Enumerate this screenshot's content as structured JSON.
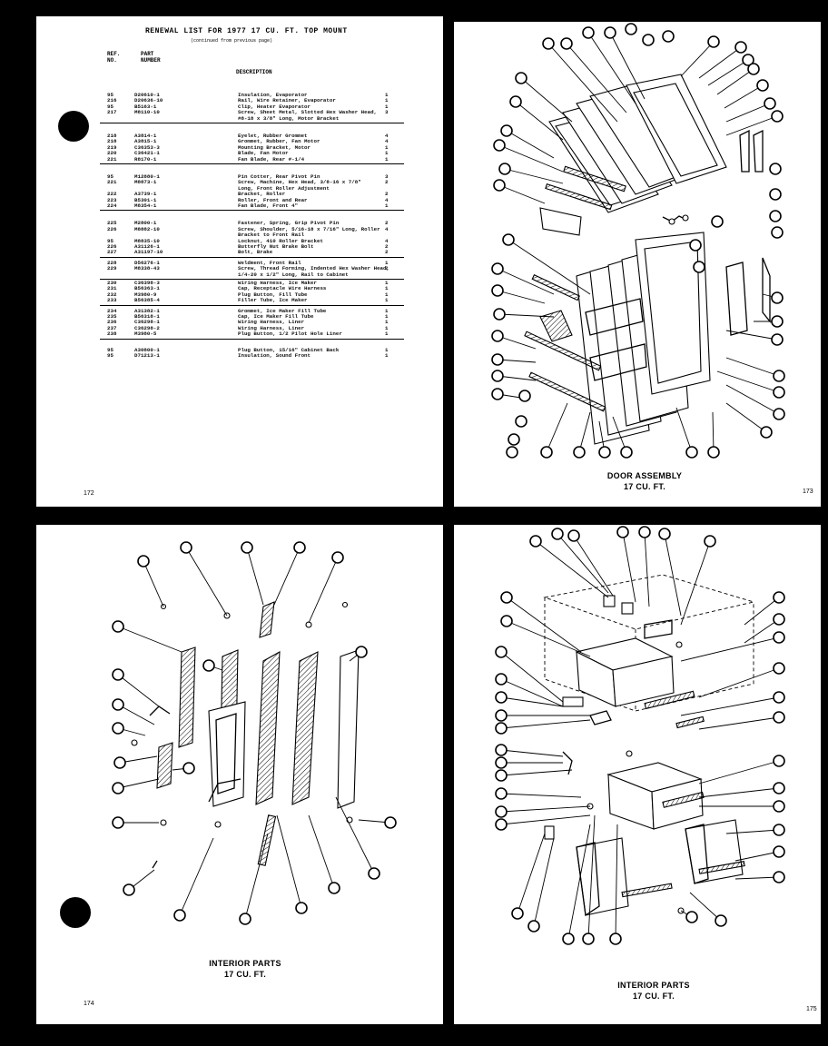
{
  "page_top_left": {
    "title": "RENEWAL LIST FOR 1977 17 CU. FT. TOP MOUNT",
    "subtitle": "(continued from previous page)",
    "col_ref": "REF.\nNO.",
    "col_part": "PART\nNUMBER",
    "col_desc": "DESCRIPTION",
    "rows": [
      {
        "ref": "95",
        "part": "D20610-1",
        "desc": "Insulation, Evaporator",
        "qty": "1"
      },
      {
        "ref": "216",
        "part": "D20636-10",
        "desc": "Rail, Wire Retainer, Evaporator",
        "qty": "1"
      },
      {
        "ref": "95",
        "part": "B5163-1",
        "desc": "Clip, Heater Evaporator",
        "qty": "1"
      },
      {
        "ref": "217",
        "part": "M8110-10",
        "desc": "Screw, Sheet Metal, Slotted Hex Washer Head,",
        "qty": "3"
      },
      {
        "ref": "",
        "part": "",
        "desc": "#8-18 x 3/8\" Long, Motor Bracket",
        "qty": ""
      },
      {
        "ref": "218",
        "part": "A3814-1",
        "desc": "Eyelet, Rubber Grommet",
        "qty": "4"
      },
      {
        "ref": "218",
        "part": "A3815-1",
        "desc": "Grommet, Rubber, Fan Motor",
        "qty": "4"
      },
      {
        "ref": "219",
        "part": "C36353-3",
        "desc": "Mounting Bracket, Motor",
        "qty": "1"
      },
      {
        "ref": "220",
        "part": "C36421-1",
        "desc": "Blade, Fan Motor",
        "qty": "1"
      },
      {
        "ref": "221",
        "part": "R8170-1",
        "desc": "Fan Blade, Rear #-1/4",
        "qty": "1"
      },
      {
        "ref": "95",
        "part": "M12880-1",
        "desc": "Pin Cotter, Rear Pivot Pin",
        "qty": "3"
      },
      {
        "ref": "221",
        "part": "M8873-1",
        "desc": "Screw, Machine, Hex Head, 3/8-16 x 7/8\"",
        "qty": "2"
      },
      {
        "ref": "",
        "part": "",
        "desc": "Long, Front Roller Adjustment",
        "qty": ""
      },
      {
        "ref": "222",
        "part": "A3739-1",
        "desc": "Bracket, Roller",
        "qty": "2"
      },
      {
        "ref": "223",
        "part": "B5301-1",
        "desc": "Roller, Front and Rear",
        "qty": "4"
      },
      {
        "ref": "224",
        "part": "M8354-1",
        "desc": "Fan Blade, Front 4\"",
        "qty": "1"
      },
      {
        "ref": "225",
        "part": "M2800-1",
        "desc": "Fastener, Spring, Grip Pivot Pin",
        "qty": "2"
      },
      {
        "ref": "226",
        "part": "M8882-10",
        "desc": "Screw, Shoulder, 5/16-18 x 7/16\" Long, Roller",
        "qty": "4"
      },
      {
        "ref": "",
        "part": "",
        "desc": "Bracket to Front Rail",
        "qty": ""
      },
      {
        "ref": "95",
        "part": "M8835-10",
        "desc": "Locknut, 410 Roller Bracket",
        "qty": "4"
      },
      {
        "ref": "226",
        "part": "A31126-1",
        "desc": "Butterfly Nut Brake Bolt",
        "qty": "2"
      },
      {
        "ref": "227",
        "part": "A31197-10",
        "desc": "Bolt, Brake",
        "qty": "2"
      },
      {
        "ref": "228",
        "part": "D56276-1",
        "desc": "Weldment, Front Rail",
        "qty": "1"
      },
      {
        "ref": "229",
        "part": "M8338-43",
        "desc": "Screw, Thread Forming, Indented Hex Washer Head,",
        "qty": "2"
      },
      {
        "ref": "",
        "part": "",
        "desc": "1/4-20 x 1/2\" Long, Rail to Cabinet",
        "qty": ""
      },
      {
        "ref": "230",
        "part": "C36398-3",
        "desc": "Wiring Harness, Ice Maker",
        "qty": "1"
      },
      {
        "ref": "231",
        "part": "B56363-1",
        "desc": "Cap, Receptacle Wire Harness",
        "qty": "1"
      },
      {
        "ref": "232",
        "part": "M3980-9",
        "desc": "Plug Button, Fill Tube",
        "qty": "1"
      },
      {
        "ref": "233",
        "part": "B56385-4",
        "desc": "Filler Tube, Ice Maker",
        "qty": "1"
      },
      {
        "ref": "234",
        "part": "A31382-1",
        "desc": "Grommet, Ice Maker Fill Tube",
        "qty": "1"
      },
      {
        "ref": "235",
        "part": "B56318-1",
        "desc": "Cap, Ice Maker Fill Tube",
        "qty": "1"
      },
      {
        "ref": "236",
        "part": "C36298-1",
        "desc": "Wiring Harness, Liner",
        "qty": "1"
      },
      {
        "ref": "237",
        "part": "C36298-2",
        "desc": "Wiring Harness, Liner",
        "qty": "1"
      },
      {
        "ref": "238",
        "part": "M3980-5",
        "desc": "Plug Button, 1/2 Pilot Hole Liner",
        "qty": "1"
      },
      {
        "ref": "95",
        "part": "A30800-1",
        "desc": "Plug Button, 15/16\" Cabinet Back",
        "qty": "1"
      },
      {
        "ref": "95",
        "part": "D71213-1",
        "desc": "Insulation, Sound Front",
        "qty": "1"
      }
    ],
    "page_number": "172"
  },
  "page_top_right": {
    "caption_line1": "DOOR ASSEMBLY",
    "caption_line2": "17 CU. FT.",
    "page_number": "173"
  },
  "page_bottom_left": {
    "caption_line1": "INTERIOR PARTS",
    "caption_line2": "17 CU. FT.",
    "page_number": "174"
  },
  "page_bottom_right": {
    "caption_line1": "INTERIOR PARTS",
    "caption_line2": "17 CU. FT.",
    "page_number": "175"
  }
}
